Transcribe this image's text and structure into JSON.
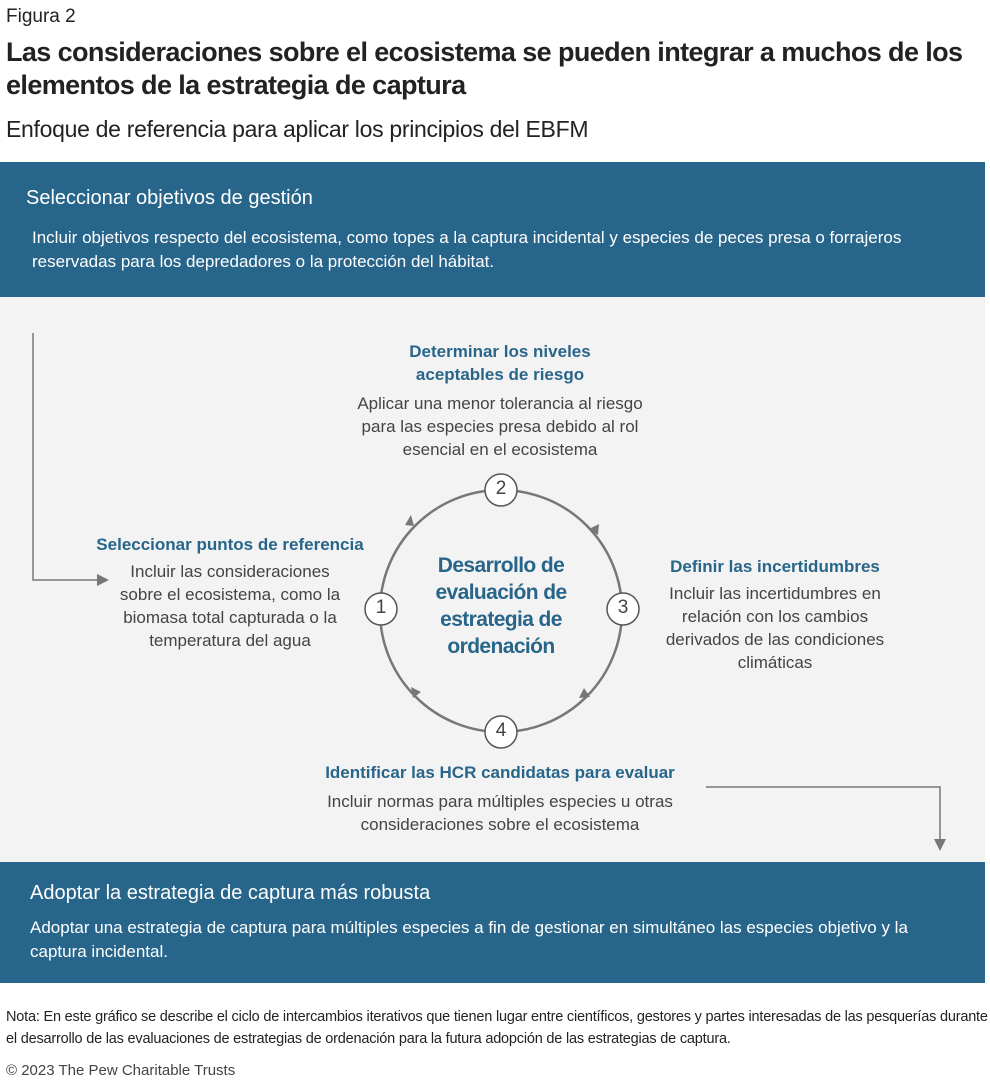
{
  "figure_label": "Figura 2",
  "title": "Las consideraciones sobre el ecosistema se pueden integrar a muchos de los elementos de la estrategia de captura",
  "subtitle": "Enfoque de referencia para aplicar los principios del EBFM",
  "top_box": {
    "heading": "Seleccionar objetivos de gestión",
    "text": "Incluir objetivos respecto del ecosistema, como topes a la captura incidental y especies de peces presa o forrajeros reservadas para los depredadores o la protección del hábitat."
  },
  "cycle": {
    "center": "Desarrollo de evaluación de estrategia de ordenación",
    "steps": [
      {
        "number": "1",
        "heading": "Seleccionar puntos de referencia",
        "text": "Incluir las consideraciones sobre el ecosistema, como la biomasa total capturada o la temperatura del agua"
      },
      {
        "number": "2",
        "heading": "Determinar los niveles aceptables de riesgo",
        "text": "Aplicar una menor tolerancia al riesgo para las especies presa debido al rol esencial en el ecosistema"
      },
      {
        "number": "3",
        "heading": "Definir las incertidumbres",
        "text": "Incluir las incertidumbres en relación con los cambios derivados de las condiciones climáticas"
      },
      {
        "number": "4",
        "heading": "Identificar las HCR candidatas para evaluar",
        "text": "Incluir normas para múltiples especies u otras consideraciones sobre el ecosistema"
      }
    ]
  },
  "bottom_box": {
    "heading": "Adoptar la estrategia de captura más robusta",
    "text": "Adoptar una estrategia de captura para múltiples especies a fin de gestionar en simultáneo las especies objetivo y la captura incidental."
  },
  "note": "Nota: En este gráfico se describe el ciclo de intercambios iterativos que tienen lugar entre científicos, gestores y partes interesadas de las pesquerías durante el desarrollo de las evaluaciones de estrategias de ordenación para la futura adopción de las estrategias de captura.",
  "copyright": "© 2023 The Pew Charitable Trusts",
  "colors": {
    "accent": "#28658a",
    "panel": "#f3f3f3",
    "line": "#777777"
  }
}
